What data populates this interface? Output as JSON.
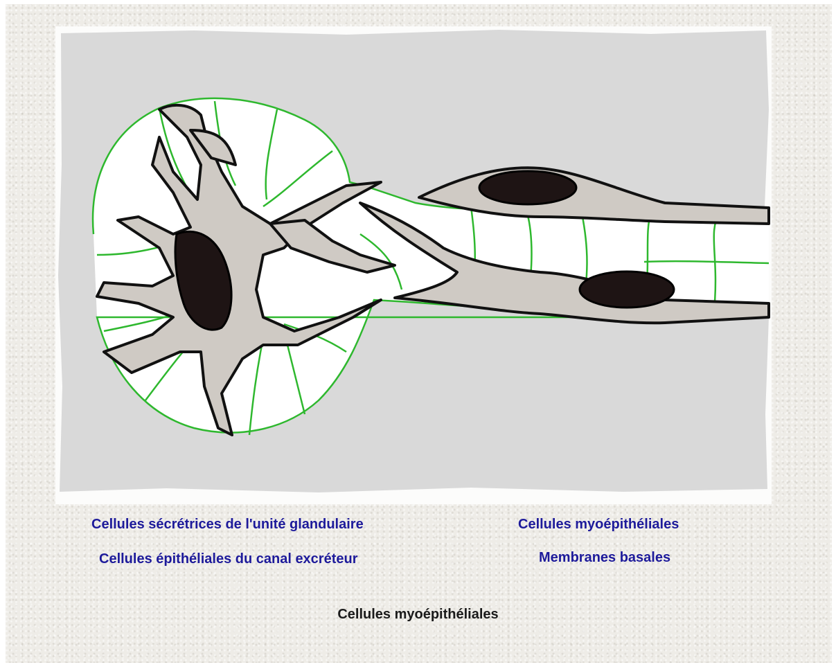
{
  "legend": {
    "secretory_cells": "Cellules sécrétrices de l'unité glandulaire",
    "duct_epithelial_cells": "Cellules épithéliales du canal excréteur",
    "myoepithelial_cells": "Cellules myoépithéliales",
    "basement_membranes": "Membranes basales"
  },
  "caption": "Cellules myoépithéliales",
  "colors": {
    "background_grey": "#d9d9d9",
    "outline_black": "#111111",
    "basement_membrane_green": "#2eb82e",
    "myoepithelial_fill": "#cfcac4",
    "nucleus_fill": "#1e1414",
    "legend_text": "#1d1a9a",
    "caption_text": "#1a1a1a"
  }
}
